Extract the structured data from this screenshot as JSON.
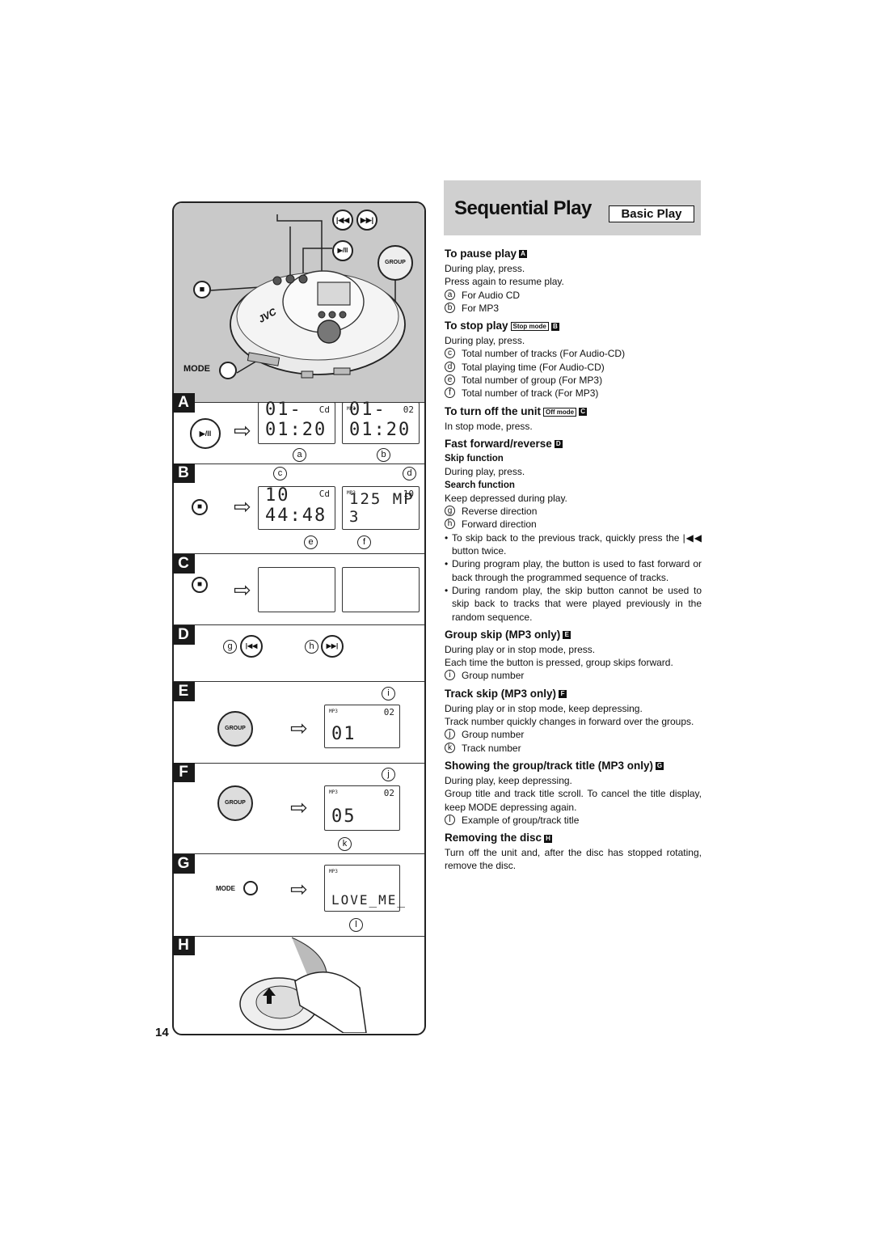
{
  "header": {
    "title": "Sequential Play",
    "badge": "Basic Play"
  },
  "page_number": "14",
  "illustration": {
    "labels": {
      "mode": "MODE",
      "group": "GROUP",
      "brand": "JVC",
      "mp3": "MP3"
    },
    "section_letters": [
      "A",
      "B",
      "C",
      "D",
      "E",
      "F",
      "G",
      "H"
    ],
    "circled": [
      "a",
      "b",
      "c",
      "d",
      "e",
      "f",
      "g",
      "h",
      "i",
      "j",
      "k",
      "l"
    ],
    "displays": {
      "a_main": "01-01:20",
      "a_side": "Cd",
      "b_main": "01-01:20",
      "b_side": "02",
      "c_main": "10 44:48",
      "c_side": "Cd",
      "d_main": "125 MP 3",
      "d_side": "10",
      "e_main": "01",
      "e_side": "02",
      "f_main": "05",
      "f_side": "02",
      "g_main": "LOVE_ME_"
    }
  },
  "sections": {
    "pause": {
      "heading": "To pause play",
      "marker": "A",
      "lines": [
        "During play, press.",
        "Press again to resume play."
      ],
      "items": [
        {
          "letter": "a",
          "text": "For Audio CD"
        },
        {
          "letter": "b",
          "text": "For MP3"
        }
      ]
    },
    "stop": {
      "heading": "To stop play",
      "chip": "Stop mode",
      "marker": "B",
      "lines": [
        "During play, press."
      ],
      "items": [
        {
          "letter": "c",
          "text": "Total number of tracks (For Audio-CD)"
        },
        {
          "letter": "d",
          "text": "Total playing time (For Audio-CD)"
        },
        {
          "letter": "e",
          "text": "Total number of group (For MP3)"
        },
        {
          "letter": "f",
          "text": "Total number of track (For MP3)"
        }
      ]
    },
    "off": {
      "heading": "To turn off the unit",
      "chip": "Off mode",
      "marker": "C",
      "lines": [
        "In stop mode, press."
      ]
    },
    "ff": {
      "heading": "Fast forward/reverse",
      "marker": "D",
      "skip_head": "Skip function",
      "skip_line": "During play, press.",
      "search_head": "Search function",
      "search_line": "Keep depressed during play.",
      "items": [
        {
          "letter": "g",
          "text": "Reverse direction"
        },
        {
          "letter": "h",
          "text": "Forward direction"
        }
      ],
      "bullets": [
        "To skip back to the previous track, quickly press the |◀◀ button twice.",
        "During program play, the button is used to fast forward or back through the programmed sequence of tracks.",
        "During random play, the skip button cannot be used to skip back to tracks that were played previously in the random sequence."
      ]
    },
    "group_skip": {
      "heading": "Group skip (MP3 only)",
      "marker": "E",
      "lines": [
        "During play or in stop mode, press.",
        "Each time the button is pressed, group skips forward."
      ],
      "items": [
        {
          "letter": "i",
          "text": "Group number"
        }
      ]
    },
    "track_skip": {
      "heading": "Track skip (MP3 only)",
      "marker": "F",
      "lines": [
        "During play or in stop mode, keep depressing.",
        "Track number quickly changes in forward over the groups."
      ],
      "items": [
        {
          "letter": "j",
          "text": "Group number"
        },
        {
          "letter": "k",
          "text": "Track number"
        }
      ]
    },
    "title_show": {
      "heading": "Showing the group/track title (MP3 only)",
      "marker": "G",
      "lines": [
        "During play, keep depressing.",
        "Group title and track title scroll. To cancel the title display, keep MODE depressing again."
      ],
      "items": [
        {
          "letter": "l",
          "text": "Example of group/track title"
        }
      ]
    },
    "remove": {
      "heading": "Removing the disc",
      "marker": "H",
      "lines": [
        "Turn off the unit and, after the disc has stopped rotating, remove the disc."
      ]
    }
  }
}
